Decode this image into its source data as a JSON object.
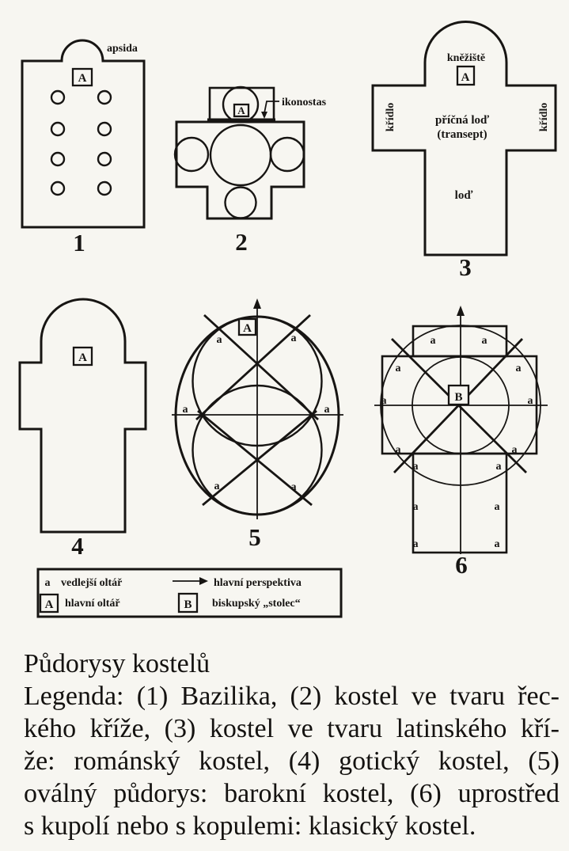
{
  "colors": {
    "paper": "#f7f6f1",
    "ink": "#171513"
  },
  "figure": {
    "fig1": {
      "number": "1",
      "apse_label": "apsida",
      "main_altar": "A"
    },
    "fig2": {
      "number": "2",
      "iconostasis_label": "ikonostas",
      "main_altar": "A"
    },
    "fig3": {
      "number": "3",
      "chancel_label": "kněžiště",
      "main_altar": "A",
      "left_wing_label": "křídlo",
      "right_wing_label": "křídlo",
      "transept_label_line1": "příčná loď",
      "transept_label_line2": "(transept)",
      "nave_label": "loď"
    },
    "fig4": {
      "number": "4",
      "main_altar": "A"
    },
    "fig5": {
      "number": "5",
      "main_altar": "A",
      "side_altar": "a"
    },
    "fig6": {
      "number": "6",
      "bishop_seat": "B",
      "side_altar": "a"
    }
  },
  "legend": {
    "side_altar_symbol": "a",
    "side_altar_label": "vedlejší oltář",
    "perspective_label": "hlavní perspektiva",
    "main_altar_symbol": "A",
    "main_altar_label": "hlavní oltář",
    "bishop_symbol": "B",
    "bishop_label": "biskupský „stolec“"
  },
  "caption": {
    "title": "Půdorysy kostelů",
    "line1": "Legenda: (1) Bazilika, (2) kostel ve tvaru řec-",
    "line2": "kého kříže, (3) kostel ve tvaru latinského kří-",
    "line3": "že: románský kostel, (4) gotický kostel, (5)",
    "line4": "oválný půdorys: barokní kostel, (6) uprostřed",
    "line5": "s kupolí nebo s kopulemi: klasický kostel."
  }
}
